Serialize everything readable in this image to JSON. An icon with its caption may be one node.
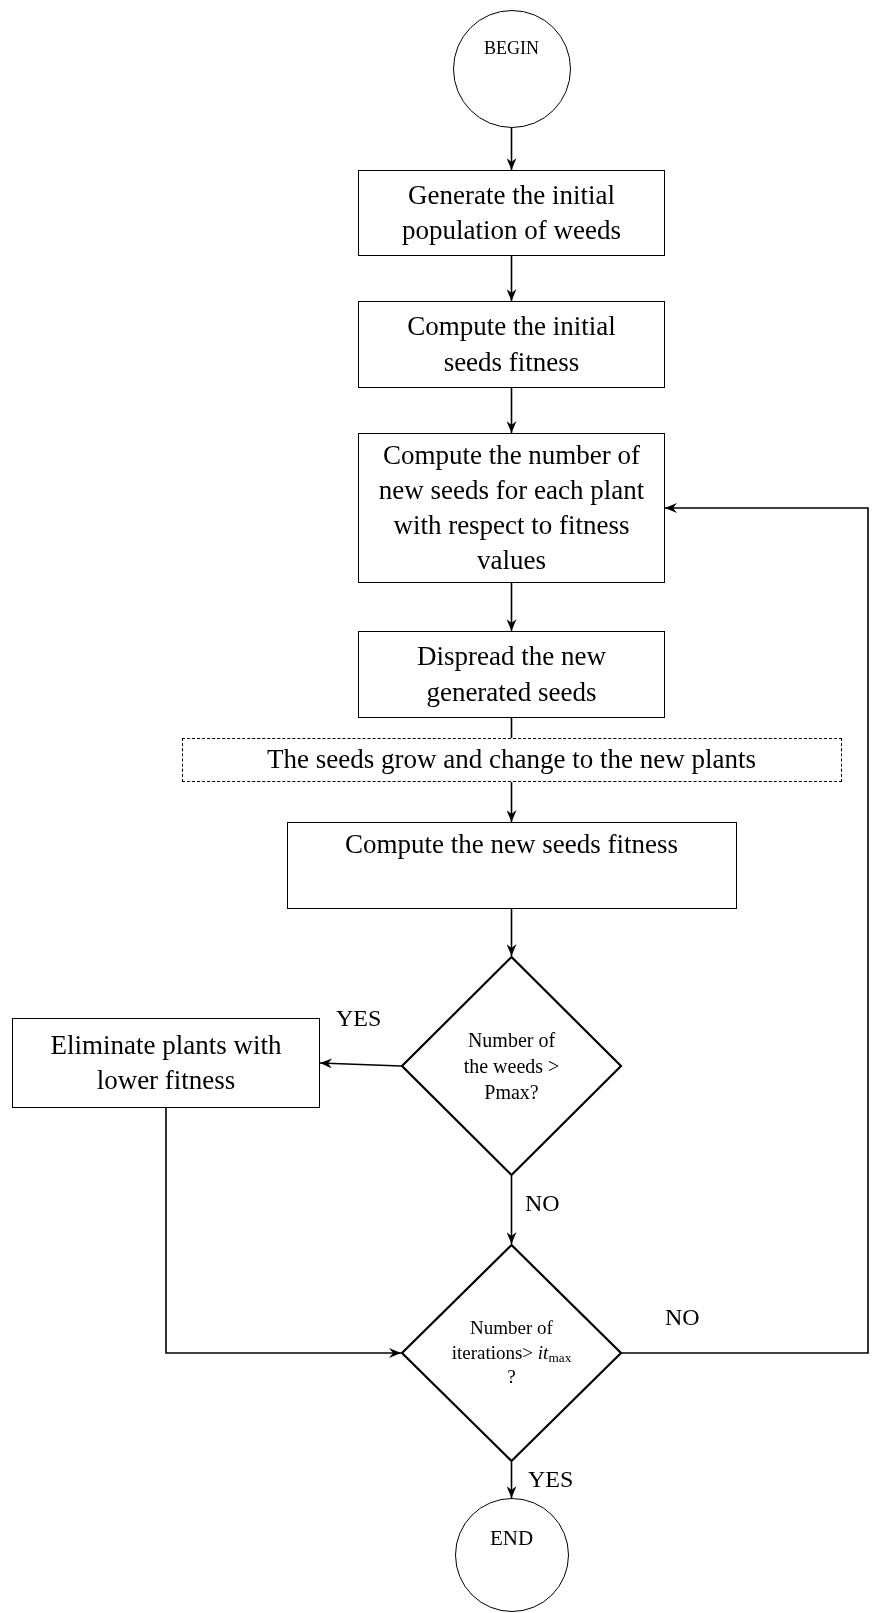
{
  "diagram": {
    "nodes": [
      {
        "text": [
          "BEGIN"
        ]
      },
      {
        "text": [
          "Generate the initial population of weeds"
        ]
      },
      {
        "text": [
          "Compute the initial seeds fitness"
        ]
      },
      {
        "text": [
          "Compute the number of new seeds for each plant with respect to fitness values"
        ]
      },
      {
        "text": [
          "Dispread the new generated seeds"
        ]
      },
      {
        "text": [
          "The seeds grow and change to the new plants"
        ]
      },
      {
        "text": [
          "Compute the new seeds fitness"
        ]
      },
      {
        "text": [
          "Number of the weeds > Pmax?"
        ]
      },
      {
        "text": [
          "Eliminate plants with lower fitness"
        ]
      },
      {
        "text": [
          "Number of iterations> *it*$_{max}$ ?"
        ]
      },
      {
        "text": [
          "END"
        ]
      }
    ],
    "edges": [
      {
        "from": 0,
        "to": 1,
        "arrow": "to"
      },
      {
        "from": 1,
        "to": 2,
        "arrow": "to"
      },
      {
        "from": 2,
        "to": 3,
        "arrow": "to"
      },
      {
        "from": 3,
        "to": 4,
        "arrow": "to"
      },
      {
        "from": 4,
        "to": 5,
        "arrow": "none"
      },
      {
        "from": 5,
        "to": 6,
        "arrow": "to"
      },
      {
        "from": 6,
        "to": 7,
        "arrow": "to"
      },
      {
        "from": 7,
        "to": 8,
        "arrow": "to",
        "label": "YES"
      },
      {
        "from": 7,
        "to": 9,
        "arrow": "to",
        "label": "NO"
      },
      {
        "from": 8,
        "to": 9,
        "arrow": "to"
      },
      {
        "from": 9,
        "to": 3,
        "arrow": "to",
        "label": "NO"
      },
      {
        "from": 9,
        "to": 10,
        "arrow": "to",
        "label": "YES"
      }
    ]
  }
}
